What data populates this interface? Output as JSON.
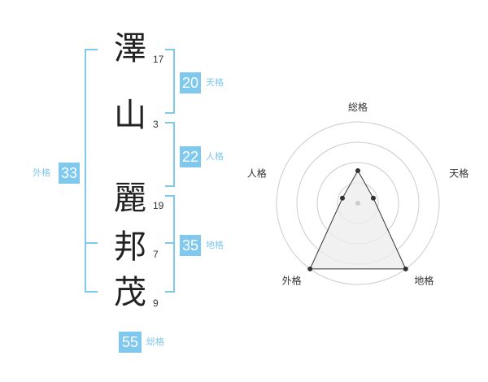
{
  "name": {
    "characters": [
      {
        "char": "澤",
        "strokes": "17"
      },
      {
        "char": "山",
        "strokes": "3"
      },
      {
        "char": "麗",
        "strokes": "19"
      },
      {
        "char": "邦",
        "strokes": "7"
      },
      {
        "char": "茂",
        "strokes": "9"
      }
    ]
  },
  "fortunes": {
    "tenkaku": {
      "value": "20",
      "label": "天格"
    },
    "jinkaku": {
      "value": "22",
      "label": "人格"
    },
    "chikaku": {
      "value": "35",
      "label": "地格"
    },
    "gaikaku": {
      "value": "33",
      "label": "外格"
    },
    "soukaku": {
      "value": "55",
      "label": "総格"
    }
  },
  "chart_data": {
    "type": "radar",
    "axes": [
      "総格",
      "天格",
      "地格",
      "外格",
      "人格"
    ],
    "values": [
      2,
      1,
      5,
      5,
      1
    ],
    "rmax": 5,
    "rings": 4,
    "colors": {
      "fill": "#eeeeee",
      "stroke": "#333333",
      "grid": "#cccccc",
      "center": "#cccccc"
    }
  }
}
